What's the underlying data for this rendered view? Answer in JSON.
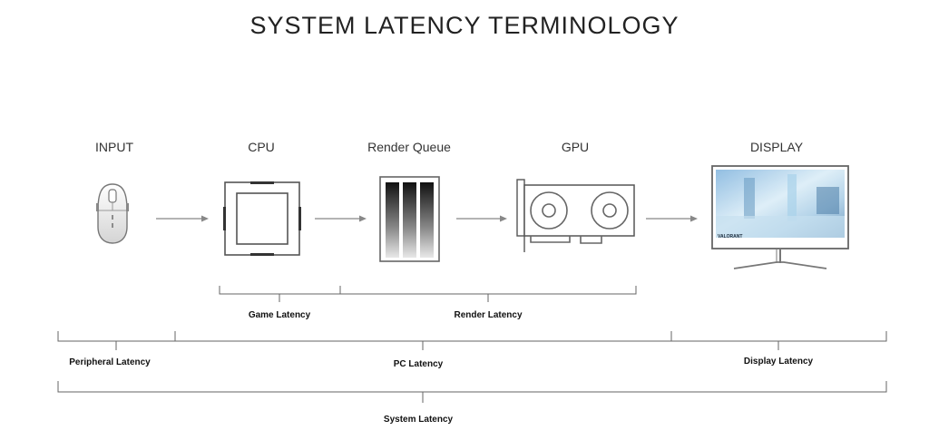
{
  "title": "SYSTEM LATENCY TERMINOLOGY",
  "stages": {
    "input": {
      "label": "INPUT",
      "icon": "mouse-icon"
    },
    "cpu": {
      "label": "CPU",
      "icon": "cpu-chip-icon"
    },
    "render_queue": {
      "label": "Render Queue",
      "icon": "render-queue-icon"
    },
    "gpu": {
      "label": "GPU",
      "icon": "gpu-card-icon"
    },
    "display": {
      "label": "DISPLAY",
      "icon": "monitor-icon",
      "screen_text": "VALORANT"
    }
  },
  "latencies": {
    "game": "Game Latency",
    "render": "Render Latency",
    "peripheral": "Peripheral Latency",
    "pc": "PC Latency",
    "display": "Display Latency",
    "system": "System Latency"
  },
  "colors": {
    "title": "#222222",
    "line": "#666666",
    "arrow": "#888888",
    "screen_bg": "#b9d7ee"
  }
}
